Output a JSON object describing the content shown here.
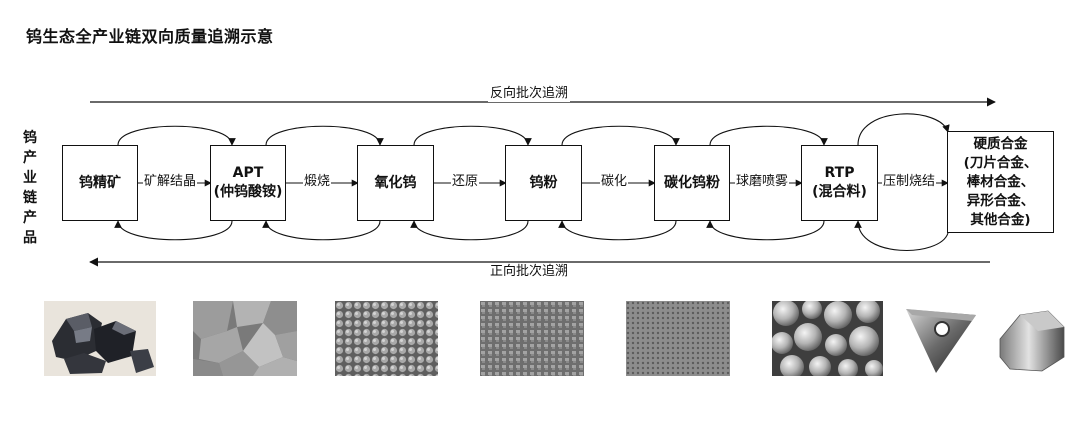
{
  "title": "钨生态全产业链双向质量追溯示意",
  "side_label": [
    "钨",
    "产",
    "业",
    "链",
    "产",
    "品"
  ],
  "reverse_trace": "反向批次追溯",
  "forward_trace": "正向批次追溯",
  "nodes": [
    {
      "label": "钨精矿"
    },
    {
      "label": "APT\n(仲钨酸铵)"
    },
    {
      "label": "氧化钨"
    },
    {
      "label": "钨粉"
    },
    {
      "label": "碳化钨粉"
    },
    {
      "label": "RTP\n(混合料)"
    },
    {
      "label": "硬质合金\n(刀片合金、\n棒材合金、\n异形合金、\n其他合金)"
    }
  ],
  "steps": [
    "矿解结晶",
    "煅烧",
    "还原",
    "碳化",
    "球磨喷雾",
    "压制烧结"
  ],
  "photos": [
    {
      "icon": "tungsten-ore-photo"
    },
    {
      "icon": "apt-crystal-micrograph"
    },
    {
      "icon": "tungsten-oxide-micrograph"
    },
    {
      "icon": "tungsten-powder-micrograph"
    },
    {
      "icon": "tungsten-carbide-powder-micrograph"
    },
    {
      "icon": "rtp-sphere-micrograph"
    },
    {
      "icon": "cemented-carbide-insert-photo"
    },
    {
      "icon": "cemented-carbide-button-photo"
    }
  ]
}
